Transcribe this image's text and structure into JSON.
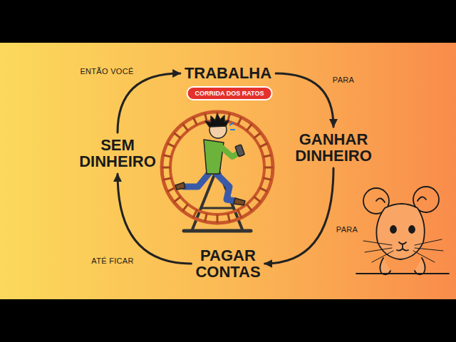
{
  "diagram": {
    "nodes": [
      {
        "text": [
          "TRABALHA"
        ]
      },
      {
        "text": [
          "CORRIDA DOS RATOS"
        ]
      },
      {
        "text": [
          "GANHAR DINHEIRO"
        ]
      },
      {
        "text": [
          "PAGAR CONTAS"
        ]
      },
      {
        "text": [
          "SEM DINHEIRO"
        ]
      }
    ],
    "edges": [
      {
        "from": 0,
        "to": 2,
        "label": "PARA",
        "arrow": "to"
      },
      {
        "from": 2,
        "to": 3,
        "label": "PARA",
        "arrow": "to"
      },
      {
        "from": 3,
        "to": 4,
        "label": "ATÉ FICAR",
        "arrow": "to"
      },
      {
        "from": 4,
        "to": 0,
        "label": "ENTÃO VOCÊ",
        "arrow": "to"
      }
    ]
  }
}
